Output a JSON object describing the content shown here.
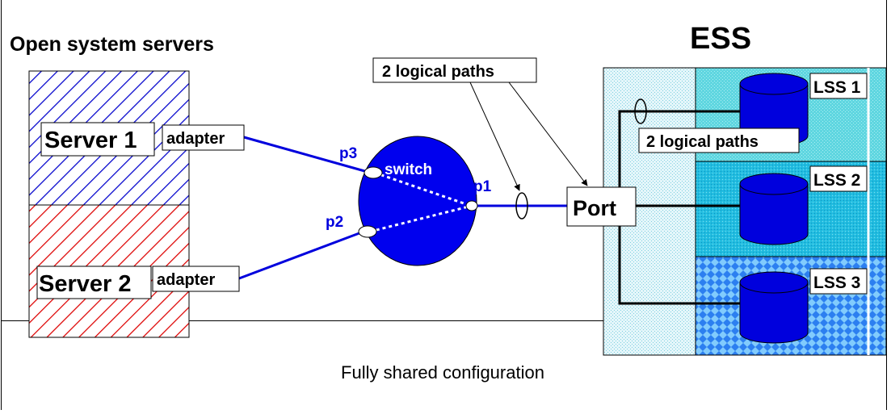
{
  "heading_servers": "Open system servers",
  "heading_ess": "ESS",
  "servers": [
    {
      "label": "Server 1",
      "adapter": "adapter"
    },
    {
      "label": "Server 2",
      "adapter": "adapter"
    }
  ],
  "switch": {
    "label": "switch",
    "ports": {
      "p1": "p1",
      "p2": "p2",
      "p3": "p3"
    }
  },
  "callout_top": "2 logical paths",
  "callout_ess": "2 logical paths",
  "ess_port": "Port",
  "lss": [
    "LSS 1",
    "LSS 2",
    "LSS 3"
  ],
  "caption": "Fully shared configuration",
  "colors": {
    "link_blue": "#0000dd",
    "server1_hatch": "#0000cc",
    "server2_hatch": "#dd0000",
    "switch_fill": "#0000ee",
    "ess_left": "#dff3f8",
    "lss1_bg": "#5fd6e0",
    "lss2_bg": "#27bfe0",
    "lss3_bg": "#2a86e8",
    "cylinder": "#0000dd"
  }
}
